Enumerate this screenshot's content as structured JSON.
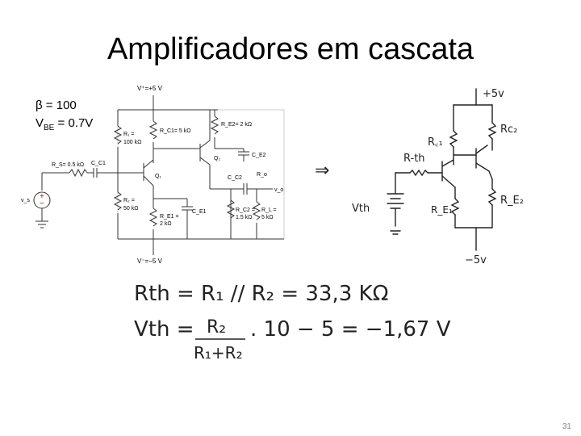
{
  "slide": {
    "title": "Amplificadores em cascata",
    "params": {
      "beta": "β = 100",
      "vbe_prefix": "V",
      "vbe_sub": "BE",
      "vbe_value": " = 0.7V"
    },
    "page_number": "31"
  },
  "schematic": {
    "vplus": "V⁺=+5 V",
    "vminus": "V⁻=−5 V",
    "r1": "R₁ =",
    "r1v": "100 kΩ",
    "r2": "R₂ =",
    "r2v": "50 kΩ",
    "rc1": "R_C1= 5 kΩ",
    "re1": "R_E1 =",
    "re1v": "2 kΩ",
    "re2": "R_E2= 2 kΩ",
    "rs": "R_S= 0.5 kΩ",
    "cc1": "C_C1",
    "ce1": "C_E1",
    "ce2": "C_E2",
    "cc2": "C_C2",
    "q1": "Q₁",
    "q2": "Q₂",
    "ro": "R_o",
    "vo": "v_o",
    "rc2": "R_C2 =",
    "rc2v": "1.5 kΩ",
    "rl": "R_L =",
    "rlv": "5 kΩ",
    "vs": "v_s"
  },
  "sketch": {
    "arrow": "⇒",
    "plus5": "+5v",
    "minus5": "−5v",
    "rc1": "R꜀₁",
    "rth": "R-th",
    "vth": "Vth",
    "re1": "R_E₁",
    "rc2": "Rc₂",
    "re2": "R_E₂",
    "eq1": "Rth = R₁ // R₂ = 33,3 KΩ",
    "eq2_lhs": "Vth =",
    "eq2_num": "R₂",
    "eq2_den": "R₁+R₂",
    "eq2_rhs": ". 10 − 5 = −1,67 V"
  }
}
